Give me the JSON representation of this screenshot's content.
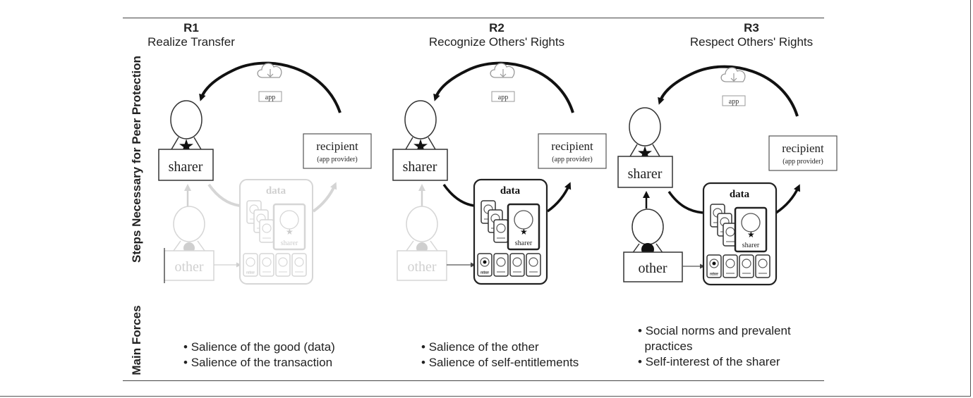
{
  "left_labels": {
    "top": "Steps Necessary for Peer Protection",
    "bottom": "Main Forces"
  },
  "columns": [
    {
      "id": "R1",
      "name": "Realize Transfer",
      "bullets": [
        "Salience of the good (data)",
        "Salience of the transaction"
      ],
      "app": "app",
      "sharer": "sharer",
      "recipient": "recipient",
      "recipient_sub": "(app provider)",
      "data": "data",
      "other": "other",
      "inner_sharer": "sharer",
      "inner_other": "other"
    },
    {
      "id": "R2",
      "name": "Recognize Others' Rights",
      "bullets": [
        "Salience of the other",
        "Salience of self-entitlements"
      ],
      "app": "app",
      "sharer": "sharer",
      "recipient": "recipient",
      "recipient_sub": "(app provider)",
      "data": "data",
      "other": "other",
      "inner_sharer": "sharer",
      "inner_other": "other"
    },
    {
      "id": "R3",
      "name": "Respect Others' Rights",
      "bullets": [
        "Social norms and prevalent",
        "practices",
        "Self-interest of the sharer"
      ],
      "app": "app",
      "sharer": "sharer",
      "recipient": "recipient",
      "recipient_sub": "(app provider)",
      "data": "data",
      "other": "other",
      "inner_sharer": "sharer",
      "inner_other": "other"
    }
  ]
}
